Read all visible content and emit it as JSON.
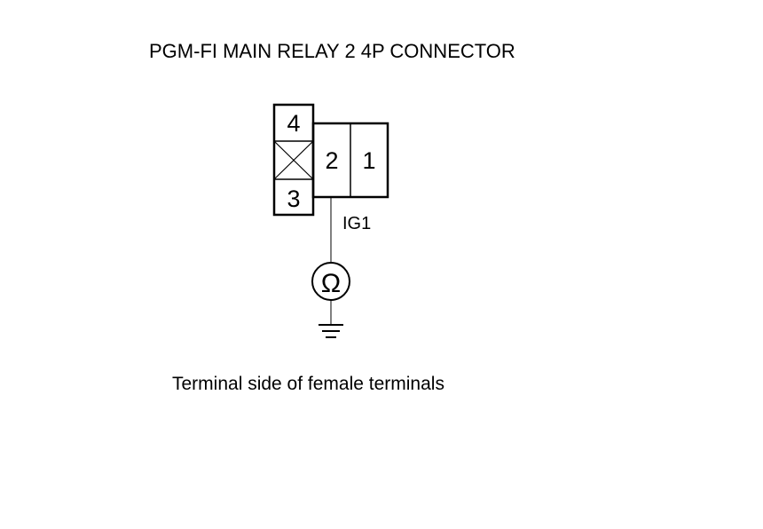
{
  "title": "PGM-FI MAIN RELAY 2 4P CONNECTOR",
  "caption": "Terminal side of female terminals",
  "connector": {
    "pins": [
      {
        "label": "4"
      },
      {
        "label": "2"
      },
      {
        "label": "1"
      },
      {
        "label": "3"
      }
    ]
  },
  "wire_label": "IG1",
  "meter_symbol": "Ω"
}
